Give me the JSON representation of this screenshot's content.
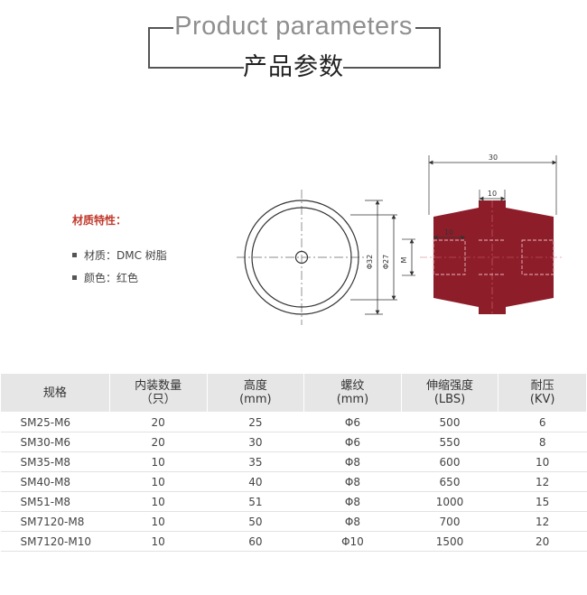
{
  "header": {
    "title_en": "Product parameters",
    "title_cn": "产品参数"
  },
  "material": {
    "title": "材质特性：",
    "items": [
      "材质：DMC 树脂",
      "颜色：红色"
    ]
  },
  "drawing": {
    "front_dims": [
      "Φ32",
      "Φ27",
      "M"
    ],
    "side_dims": {
      "overall": "30",
      "flange": "10",
      "thread": "10"
    },
    "body_color": "#8e1d2a"
  },
  "table": {
    "headers": [
      [
        "规格"
      ],
      [
        "内装数量",
        "（只）"
      ],
      [
        "高度",
        "(mm)"
      ],
      [
        "螺纹",
        "(mm)"
      ],
      [
        "伸缩强度",
        "(LBS)"
      ],
      [
        "耐压",
        "(KV)"
      ]
    ],
    "rows": [
      [
        "SM25-M6",
        "20",
        "25",
        "Φ6",
        "500",
        "6"
      ],
      [
        "SM30-M6",
        "20",
        "30",
        "Φ6",
        "550",
        "8"
      ],
      [
        "SM35-M8",
        "10",
        "35",
        "Φ8",
        "600",
        "10"
      ],
      [
        "SM40-M8",
        "10",
        "40",
        "Φ8",
        "650",
        "12"
      ],
      [
        "SM51-M8",
        "10",
        "51",
        "Φ8",
        "1000",
        "15"
      ],
      [
        "SM7120-M8",
        "10",
        "50",
        "Φ8",
        "700",
        "12"
      ],
      [
        "SM7120-M10",
        "10",
        "60",
        "Φ10",
        "1500",
        "20"
      ]
    ]
  }
}
